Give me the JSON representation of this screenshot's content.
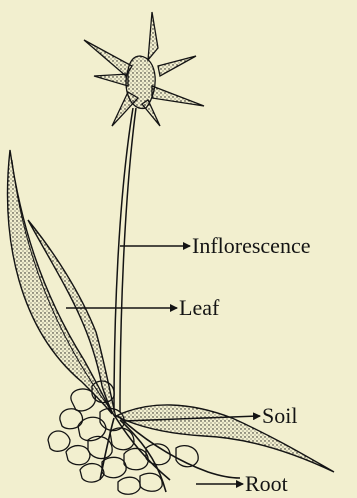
{
  "labels": {
    "inflorescence": "Inflorescence",
    "leaf": "Leaf",
    "soil": "Soil",
    "root": "Root"
  },
  "colors": {
    "background": "#f2efcf",
    "ink": "#141414"
  }
}
